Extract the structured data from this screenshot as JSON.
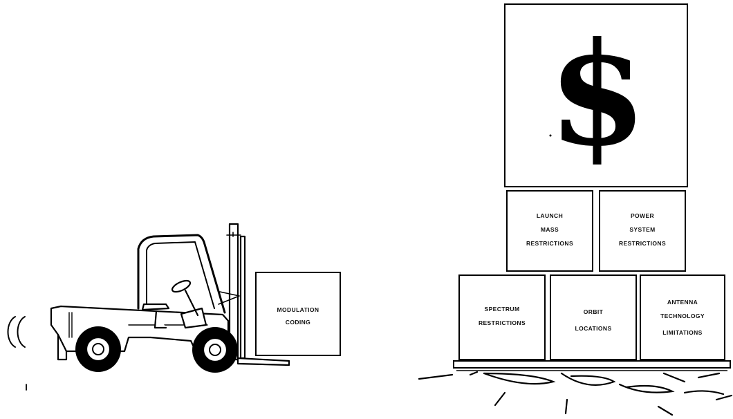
{
  "top_box": {
    "symbol": "$"
  },
  "middle_row": [
    {
      "lines": [
        "LAUNCH",
        "MASS",
        "RESTRICTIONS"
      ]
    },
    {
      "lines": [
        "POWER",
        "SYSTEM",
        "RESTRICTIONS"
      ]
    }
  ],
  "bottom_row": [
    {
      "lines": [
        "SPECTRUM",
        "RESTRICTIONS"
      ]
    },
    {
      "lines": [
        "ORBIT",
        "LOCATIONS"
      ]
    },
    {
      "lines": [
        "ANTENNA",
        "TECHNOLOGY",
        "LIMITATIONS"
      ]
    }
  ],
  "forklift_load": {
    "lines": [
      "MODULATION",
      "CODING"
    ]
  }
}
